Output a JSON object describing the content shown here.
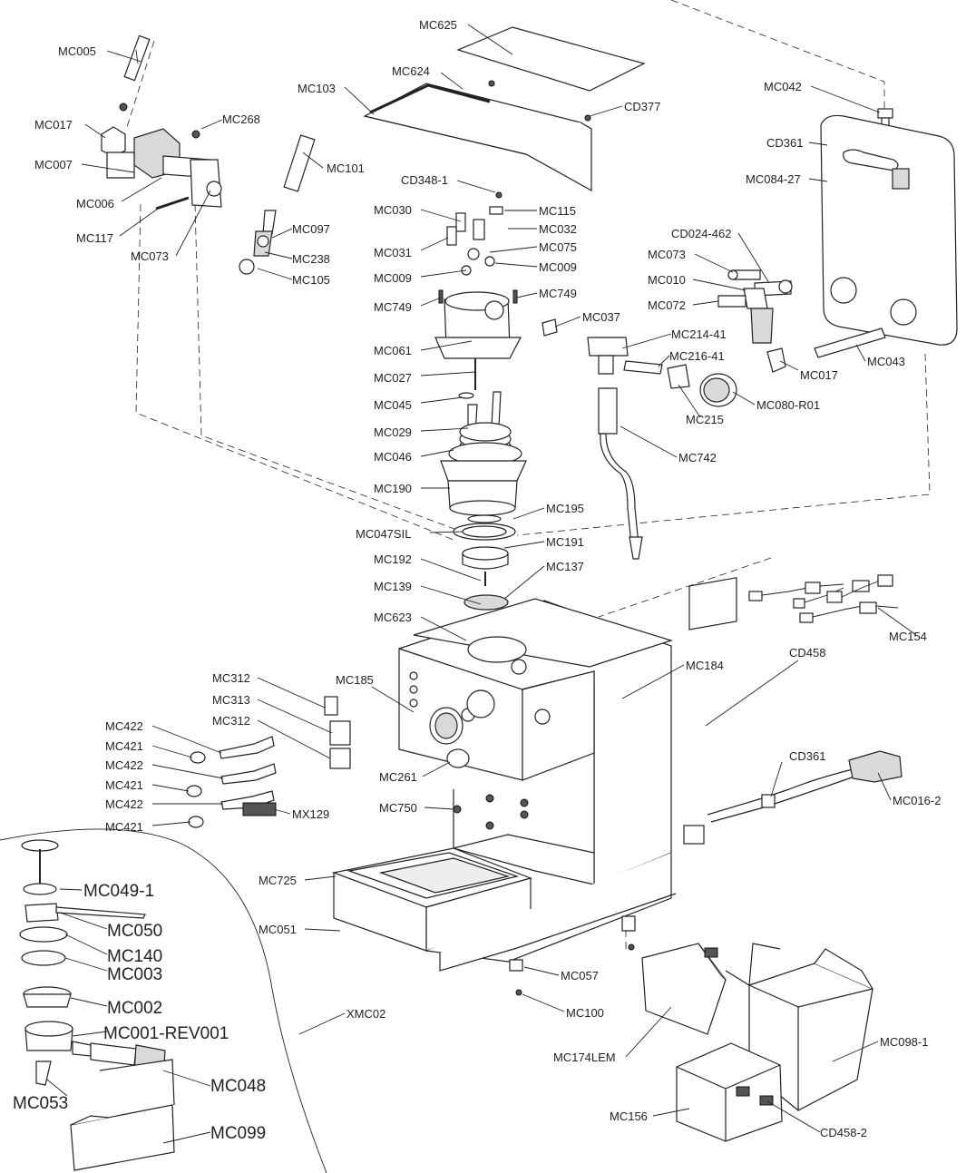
{
  "labels": {
    "MC005": "MC005",
    "MC017_a": "MC017",
    "MC007": "MC007",
    "MC006": "MC006",
    "MC268": "MC268",
    "MC117": "MC117",
    "MC073_a": "MC073",
    "MC101": "MC101",
    "MC097": "MC097",
    "MC238": "MC238",
    "MC105": "MC105",
    "MC625": "MC625",
    "MC624": "MC624",
    "MC103": "MC103",
    "CD377": "CD377",
    "CD348_1": "CD348-1",
    "MC030": "MC030",
    "MC115": "MC115",
    "MC032": "MC032",
    "MC031": "MC031",
    "MC075": "MC075",
    "MC009_a": "MC009",
    "MC009_b": "MC009",
    "MC749_a": "MC749",
    "MC749_b": "MC749",
    "MC037": "MC037",
    "MC061": "MC061",
    "MC027": "MC027",
    "MC045": "MC045",
    "MC029": "MC029",
    "MC046": "MC046",
    "MC190": "MC190",
    "MC195": "MC195",
    "MC047SIL": "MC047SIL",
    "MC191": "MC191",
    "MC192": "MC192",
    "MC137": "MC137",
    "MC139": "MC139",
    "MC623": "MC623",
    "MC042": "MC042",
    "CD361_a": "CD361",
    "MC084_27": "MC084-27",
    "CD024_462": "CD024-462",
    "MC073_b": "MC073",
    "MC010": "MC010",
    "MC072": "MC072",
    "MC214_41": "MC214-41",
    "MC216_41": "MC216-41",
    "MC017_b": "MC017",
    "MC043": "MC043",
    "MC080_R01": "MC080-R01",
    "MC215": "MC215",
    "MC742": "MC742",
    "MC154": "MC154",
    "MC184": "MC184",
    "MC185": "MC185",
    "CD458": "CD458",
    "MC312_a": "MC312",
    "MC313": "MC313",
    "MC312_b": "MC312",
    "MC422_a": "MC422",
    "MC421_a": "MC421",
    "MC422_b": "MC422",
    "MC421_b": "MC421",
    "MC422_c": "MC422",
    "MC421_c": "MC421",
    "MX129": "MX129",
    "MC261": "MC261",
    "CD361_b": "CD361",
    "MC016_2": "MC016-2",
    "MC750": "MC750",
    "MC725": "MC725",
    "MC051": "MC051",
    "MC057": "MC057",
    "MC100": "MC100",
    "XMC02": "XMC02",
    "MC174LEM": "MC174LEM",
    "MC098_1": "MC098-1",
    "MC156": "MC156",
    "CD458_2": "CD458-2",
    "MC049_1": "MC049-1",
    "MC050": "MC050",
    "MC140": "MC140",
    "MC003": "MC003",
    "MC002": "MC002",
    "MC001_REV001": "MC001-REV001",
    "MC048": "MC048",
    "MC053": "MC053",
    "MC099": "MC099"
  }
}
